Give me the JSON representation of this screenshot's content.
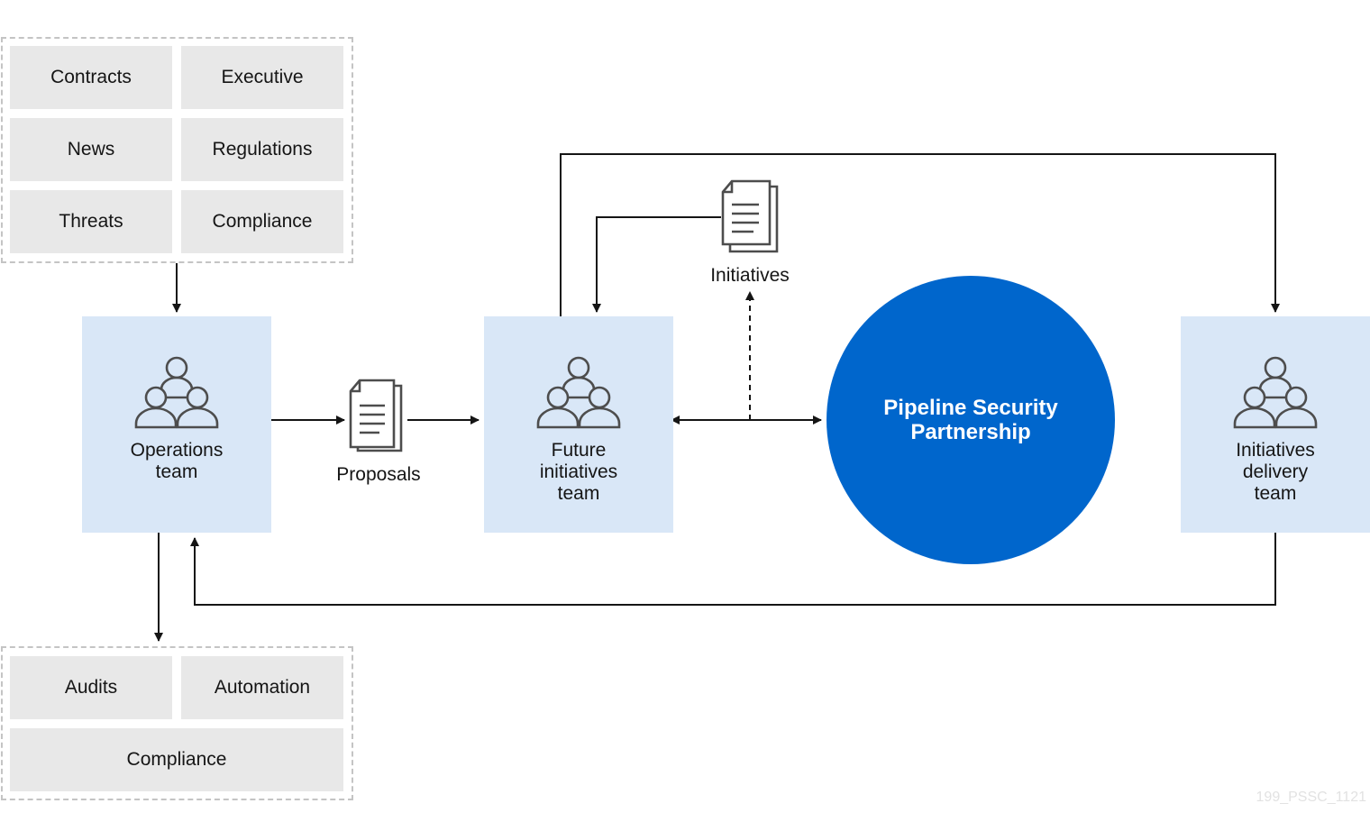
{
  "inputs_group": {
    "tiles": [
      "Contracts",
      "Executive",
      "News",
      "Regulations",
      "Threats",
      "Compliance"
    ]
  },
  "outputs_group": {
    "tiles": [
      "Audits",
      "Automation",
      "Compliance"
    ]
  },
  "teams": {
    "operations": "Operations\nteam",
    "future": "Future\ninitiatives\nteam",
    "delivery": "Initiatives\ndelivery\nteam"
  },
  "documents": {
    "proposals": "Proposals",
    "initiatives": "Initiatives"
  },
  "partnership": {
    "label": "Pipeline Security\nPartnership",
    "color": "#0066cc"
  },
  "icons": {
    "team": "people-group-icon",
    "document": "document-icon"
  },
  "footer": {
    "id": "199_PSSC_1121"
  },
  "colors": {
    "team_box": "#d9e7f7",
    "tile": "#e8e8e8",
    "partnership": "#0066cc"
  }
}
